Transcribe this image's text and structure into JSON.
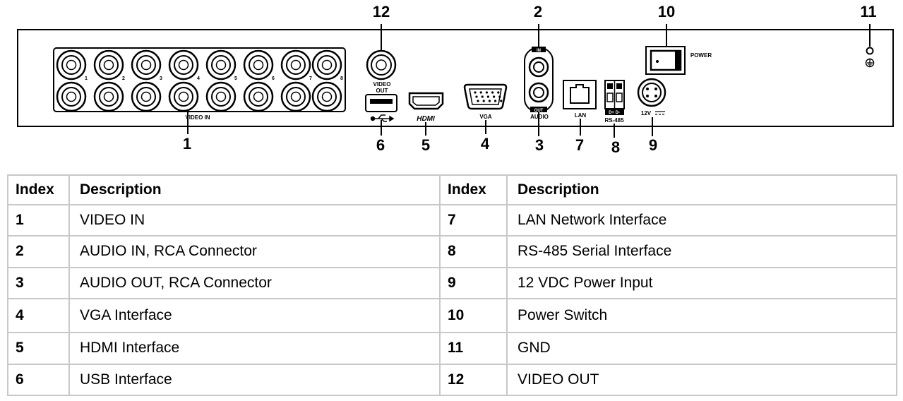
{
  "diagram": {
    "callouts": [
      "1",
      "2",
      "3",
      "4",
      "5",
      "6",
      "7",
      "8",
      "9",
      "10",
      "11",
      "12"
    ],
    "port_labels": {
      "video_in": "VIDEO IN",
      "video_out": "VIDEO OUT",
      "vga": "VGA",
      "audio": "AUDIO",
      "audio_in_tag": "IN",
      "audio_out_tag": "OUT",
      "lan": "LAN",
      "rs485": "RS-485",
      "rs485_pins": "D+ D-",
      "power": "POWER",
      "dc": "12V",
      "hdmi_logo": "HDMI"
    },
    "channel_numbers": [
      "1",
      "2",
      "3",
      "4",
      "5",
      "6",
      "7",
      "8"
    ],
    "icons": [
      "bnc-connector-icon",
      "usb-port-icon",
      "usb-symbol-icon",
      "hdmi-port-icon",
      "vga-port-icon",
      "rca-connector-icon",
      "rj45-port-icon",
      "terminal-block-icon",
      "dc-power-jack-icon",
      "rocker-switch-icon",
      "ground-terminal-icon"
    ]
  },
  "table": {
    "headers": [
      "Index",
      "Description",
      "Index",
      "Description"
    ],
    "rows": [
      [
        "1",
        "VIDEO IN",
        "7",
        "LAN Network Interface"
      ],
      [
        "2",
        "AUDIO IN, RCA Connector",
        "8",
        "RS-485 Serial Interface"
      ],
      [
        "3",
        "AUDIO OUT, RCA Connector",
        "9",
        "12 VDC Power Input"
      ],
      [
        "4",
        "VGA Interface",
        "10",
        "Power Switch"
      ],
      [
        "5",
        "HDMI Interface",
        "11",
        "GND"
      ],
      [
        "6",
        "USB Interface",
        "12",
        "VIDEO OUT"
      ]
    ]
  },
  "colors": {
    "line": "#000000",
    "panel_fill": "#ffffff",
    "table_border": "#c8c8c8"
  }
}
